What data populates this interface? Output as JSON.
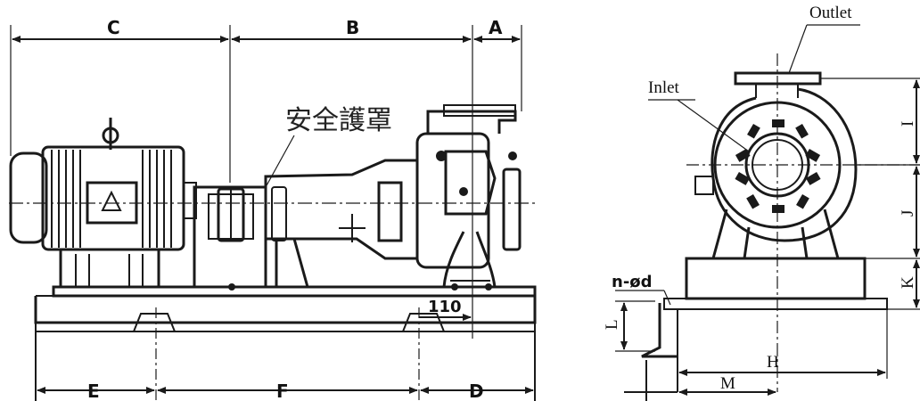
{
  "side_view": {
    "dimension_labels": {
      "C": "C",
      "B": "B",
      "A": "A",
      "E": "E",
      "F": "F",
      "D": "D",
      "offset_110": "110"
    },
    "guard_label": "安全護罩"
  },
  "front_view": {
    "outlet_label": "Outlet",
    "inlet_label": "Inlet",
    "bolt_label": "n-ød",
    "dimension_labels": {
      "I": "I",
      "J": "J",
      "K": "K",
      "L": "L",
      "H": "H",
      "M": "M"
    }
  },
  "colors": {
    "line": "#1a1a1a",
    "background": "#ffffff"
  }
}
